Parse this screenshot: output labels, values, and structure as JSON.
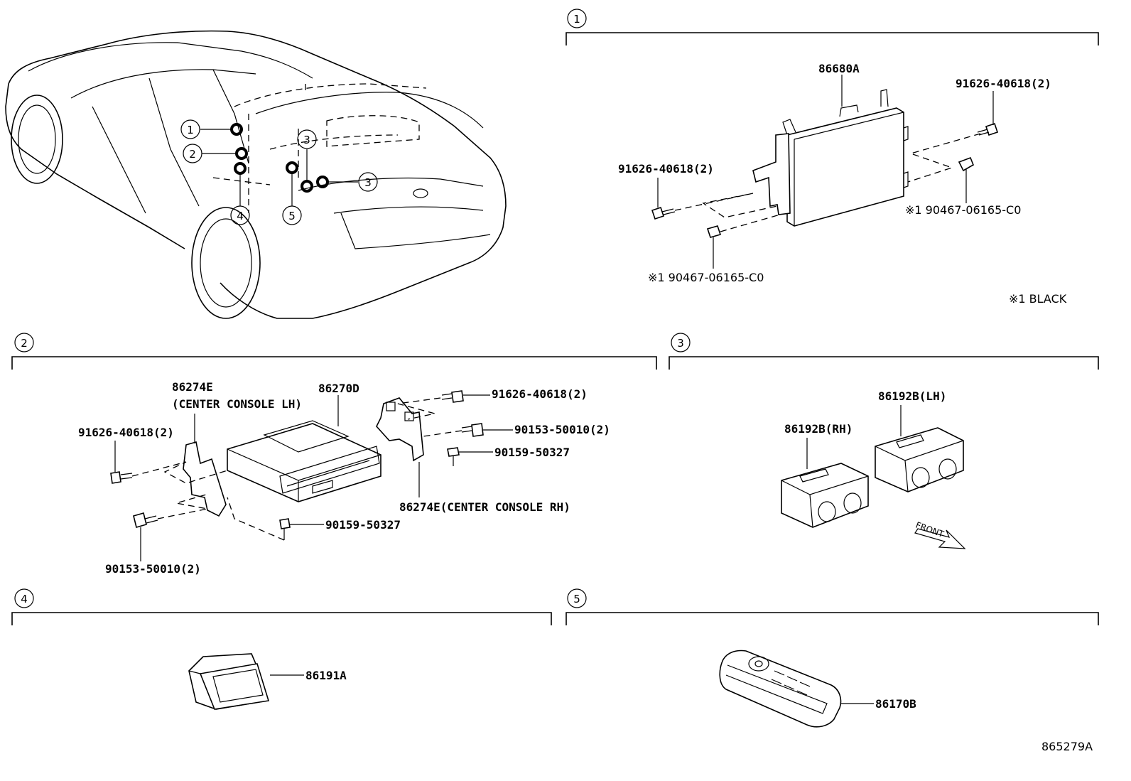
{
  "callouts": {
    "c1": "1",
    "c2": "2",
    "c3": "3",
    "c4": "4",
    "c5": "5"
  },
  "section1": {
    "header": "1",
    "part_main": "86680A",
    "bolt_right": "91626-40618(2)",
    "bolt_left": "91626-40618(2)",
    "clip_right": "※1 90467-06165-C0",
    "clip_left": "※1 90467-06165-C0",
    "note": "※1 BLACK"
  },
  "section2": {
    "header": "2",
    "bracket_lh_part": "86274E",
    "bracket_lh_note": "(CENTER CONSOLE LH)",
    "unit_part": "86270D",
    "bolt_top_right": "91626-40618(2)",
    "bolt_left": "91626-40618(2)",
    "screw_right": "90153-50010(2)",
    "screw_right_small": "90159-50327",
    "screw_bottom": "90159-50327",
    "bracket_rh": "86274E(CENTER CONSOLE RH)",
    "screw_left_bottom": "90153-50010(2)"
  },
  "section3": {
    "header": "3",
    "part_lh": "86192B(LH)",
    "part_rh": "86192B(RH)",
    "front_label": "FRONT"
  },
  "section4": {
    "header": "4",
    "part": "86191A"
  },
  "section5": {
    "header": "5",
    "part": "86170B"
  },
  "footer": {
    "diagram_id": "865279A"
  }
}
